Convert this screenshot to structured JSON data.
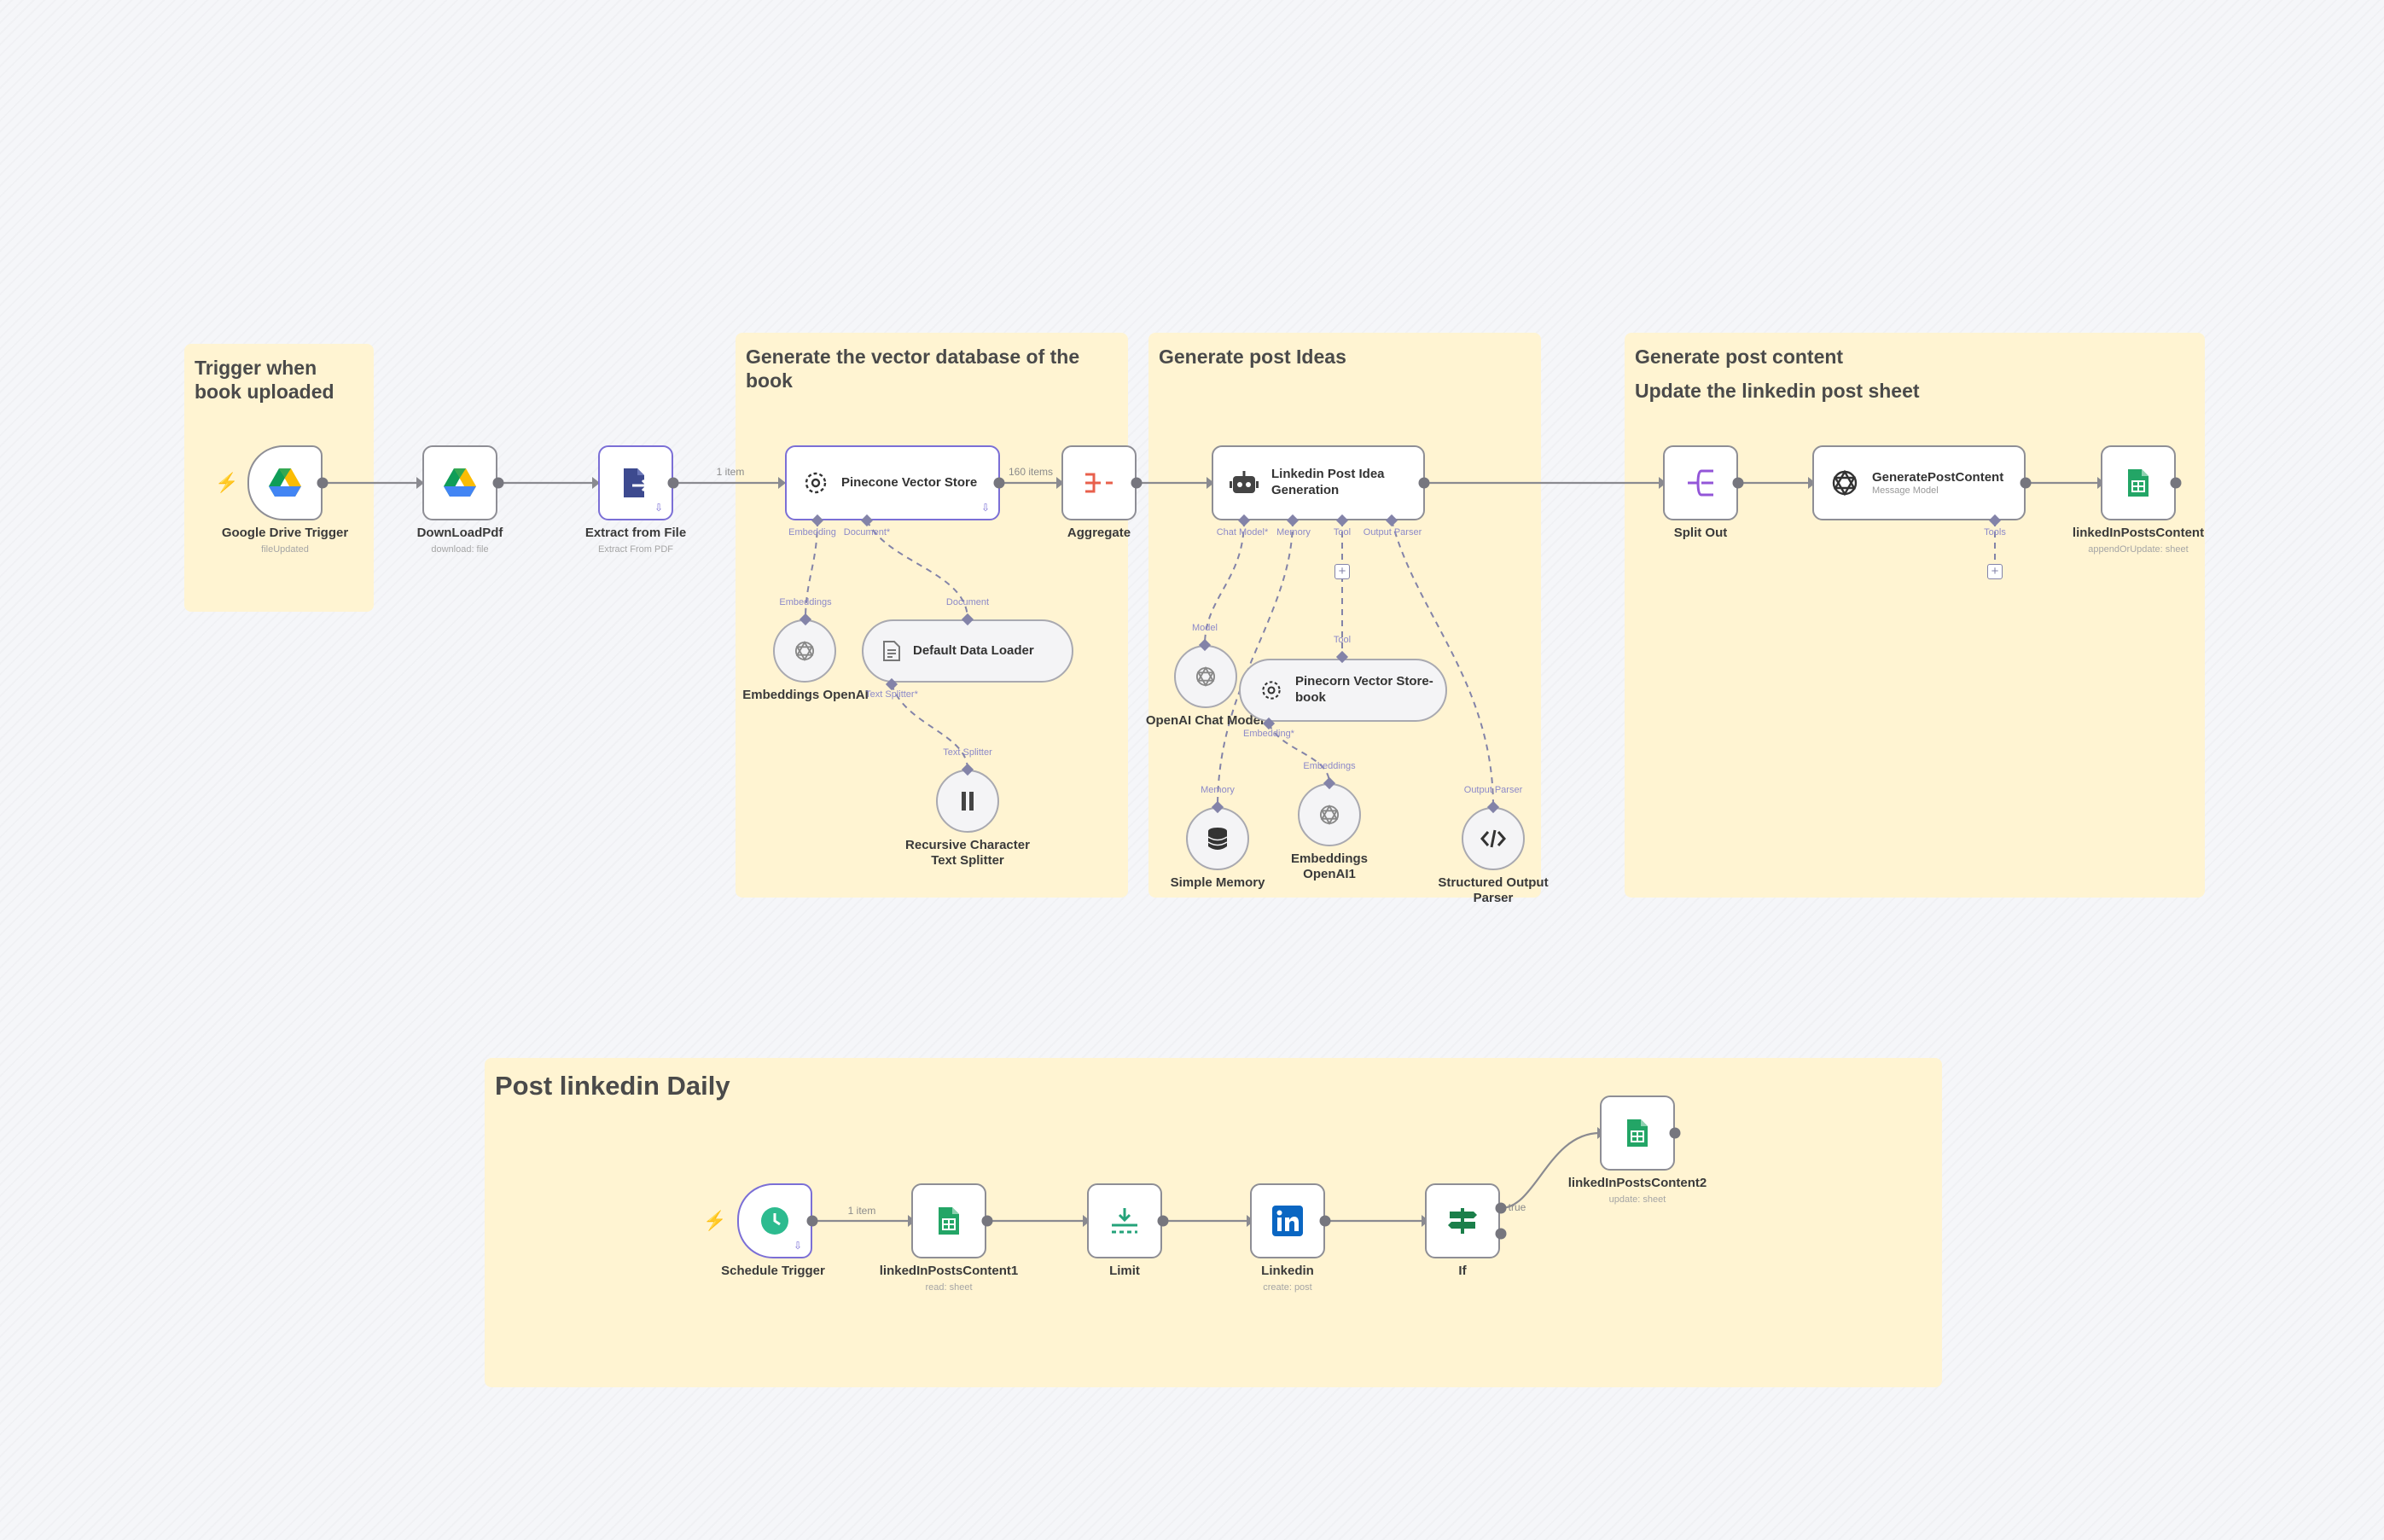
{
  "colors": {
    "sticky_bg": "#fff4d2",
    "selected_border": "#7b6fd6",
    "connection": "#8a8a90",
    "sub_connection": "#8383a8",
    "trigger_bolt": "#ef5a4a"
  },
  "stickies": [
    {
      "id": "trigger",
      "lines": [
        "Trigger when book uploaded"
      ]
    },
    {
      "id": "vector",
      "lines": [
        "Generate the vector database of the book"
      ]
    },
    {
      "id": "ideas",
      "lines": [
        "Generate post Ideas"
      ]
    },
    {
      "id": "content",
      "lines": [
        "Generate post content",
        "Update the linkedin post sheet"
      ]
    },
    {
      "id": "daily",
      "lines": [
        "Post linkedin Daily"
      ]
    }
  ],
  "nodes": [
    {
      "id": "gdrive_trigger",
      "name": "Google Drive Trigger",
      "sub": "fileUpdated",
      "icon": "google-drive-icon"
    },
    {
      "id": "download_pdf",
      "name": "DownLoadPdf",
      "sub": "download: file",
      "icon": "google-drive-icon"
    },
    {
      "id": "extract",
      "name": "Extract from File",
      "sub": "Extract From PDF",
      "icon": "file-export-icon"
    },
    {
      "id": "pinecone",
      "name": "Pinecone Vector Store",
      "sub": "",
      "icon": "pinecone-icon"
    },
    {
      "id": "aggregate",
      "name": "Aggregate",
      "sub": "",
      "icon": "aggregate-icon"
    },
    {
      "id": "idea_gen",
      "name": "Linkedin Post Idea Generation",
      "sub": "",
      "icon": "robot-icon"
    },
    {
      "id": "split_out",
      "name": "Split Out",
      "sub": "",
      "icon": "split-out-icon"
    },
    {
      "id": "gen_content",
      "name": "GeneratePostContent",
      "sub": "Message Model",
      "icon": "openai-icon"
    },
    {
      "id": "sheet_update",
      "name": "linkedInPostsContent",
      "sub": "appendOrUpdate: sheet",
      "icon": "google-sheets-icon"
    },
    {
      "id": "emb_openai",
      "name": "Embeddings OpenAI",
      "sub": "",
      "icon": "openai-icon"
    },
    {
      "id": "data_loader",
      "name": "Default Data Loader",
      "sub": "",
      "icon": "document-icon"
    },
    {
      "id": "text_splitter",
      "name": "Recursive Character Text Splitter",
      "sub": "",
      "icon": "text-splitter-icon"
    },
    {
      "id": "chat_model",
      "name": "OpenAI Chat Model",
      "sub": "",
      "icon": "openai-icon"
    },
    {
      "id": "pinecone_book",
      "name": "Pinecorn Vector Store-book",
      "sub": "",
      "icon": "pinecone-icon"
    },
    {
      "id": "simple_memory",
      "name": "Simple Memory",
      "sub": "",
      "icon": "database-icon"
    },
    {
      "id": "emb_openai1",
      "name": "Embeddings OpenAI1",
      "sub": "",
      "icon": "openai-icon"
    },
    {
      "id": "output_parser",
      "name": "Structured Output Parser",
      "sub": "",
      "icon": "code-icon"
    },
    {
      "id": "schedule",
      "name": "Schedule Trigger",
      "sub": "",
      "icon": "clock-icon"
    },
    {
      "id": "sheet_read",
      "name": "linkedInPostsContent1",
      "sub": "read: sheet",
      "icon": "google-sheets-icon"
    },
    {
      "id": "limit",
      "name": "Limit",
      "sub": "",
      "icon": "limit-icon"
    },
    {
      "id": "linkedin",
      "name": "Linkedin",
      "sub": "create: post",
      "icon": "linkedin-icon"
    },
    {
      "id": "if_node",
      "name": "If",
      "sub": "",
      "icon": "if-icon"
    },
    {
      "id": "sheet_update2",
      "name": "linkedInPostsContent2",
      "sub": "update: sheet",
      "icon": "google-sheets-icon"
    }
  ],
  "edge_labels": [
    {
      "id": "extract_to_pinecone",
      "text": "1 item"
    },
    {
      "id": "pinecone_to_aggregate",
      "text": "160 items"
    },
    {
      "id": "schedule_to_sheet",
      "text": "1 item"
    },
    {
      "id": "if_true",
      "text": "true"
    }
  ],
  "ports": [
    {
      "id": "pc_emb",
      "text": "Embedding"
    },
    {
      "id": "pc_doc",
      "text": "Document*"
    },
    {
      "id": "emb_in",
      "text": "Embeddings"
    },
    {
      "id": "dl_in",
      "text": "Document"
    },
    {
      "id": "dl_ts",
      "text": "Text Splitter*"
    },
    {
      "id": "ts_in",
      "text": "Text Splitter"
    },
    {
      "id": "ig_chat",
      "text": "Chat Model*"
    },
    {
      "id": "ig_mem",
      "text": "Memory"
    },
    {
      "id": "ig_tool",
      "text": "Tool"
    },
    {
      "id": "ig_parser",
      "text": "Output Parser"
    },
    {
      "id": "cm_in",
      "text": "Model"
    },
    {
      "id": "pb_in",
      "text": "Tool"
    },
    {
      "id": "pb_emb",
      "text": "Embedding*"
    },
    {
      "id": "sm_in",
      "text": "Memory"
    },
    {
      "id": "e1_in",
      "text": "Embeddings"
    },
    {
      "id": "op_in",
      "text": "Output Parser"
    },
    {
      "id": "gc_tools",
      "text": "Tools"
    }
  ]
}
